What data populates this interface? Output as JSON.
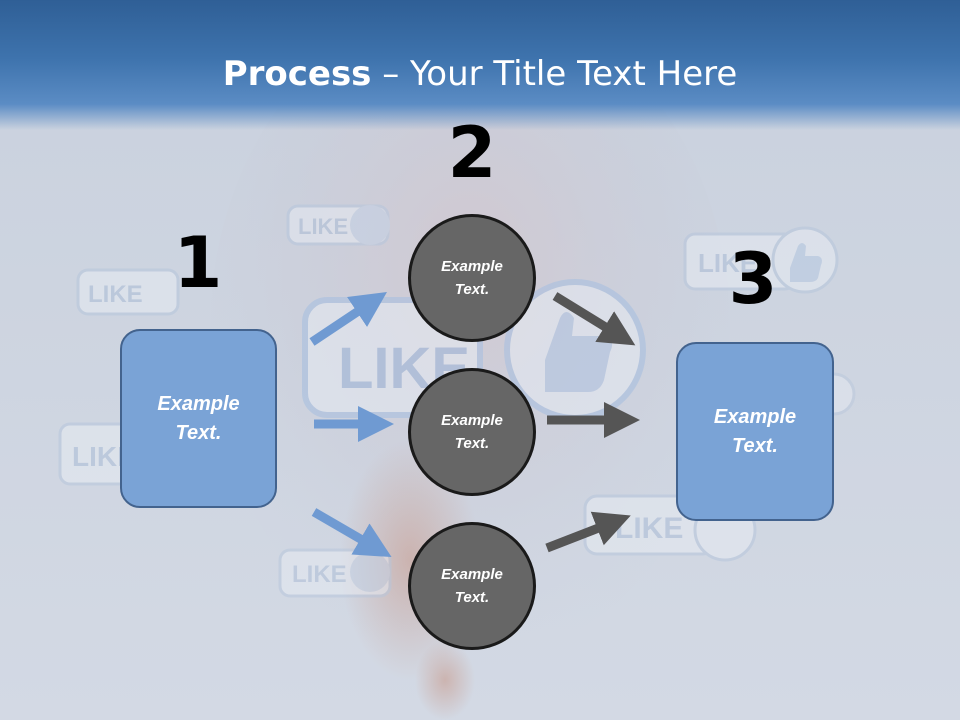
{
  "slide": {
    "title_bold": "Process",
    "title_rest": " – Your Title Text Here"
  },
  "steps": [
    {
      "number": "1",
      "text": "Example\nText."
    },
    {
      "number": "2",
      "text": "Example\nText."
    },
    {
      "number": "3",
      "text": "Example\nText."
    }
  ],
  "circles": [
    {
      "text": "Example\nText."
    },
    {
      "text": "Example\nText."
    },
    {
      "text": "Example\nText."
    }
  ],
  "background_badges": {
    "label": "LIKE"
  },
  "colors": {
    "title_band": "#3e73ad",
    "box_fill": "#7aa3d6",
    "box_border": "#43638e",
    "circle_fill": "#666666",
    "arrow_blue": "#6f9ad2",
    "arrow_gray": "#555555"
  }
}
